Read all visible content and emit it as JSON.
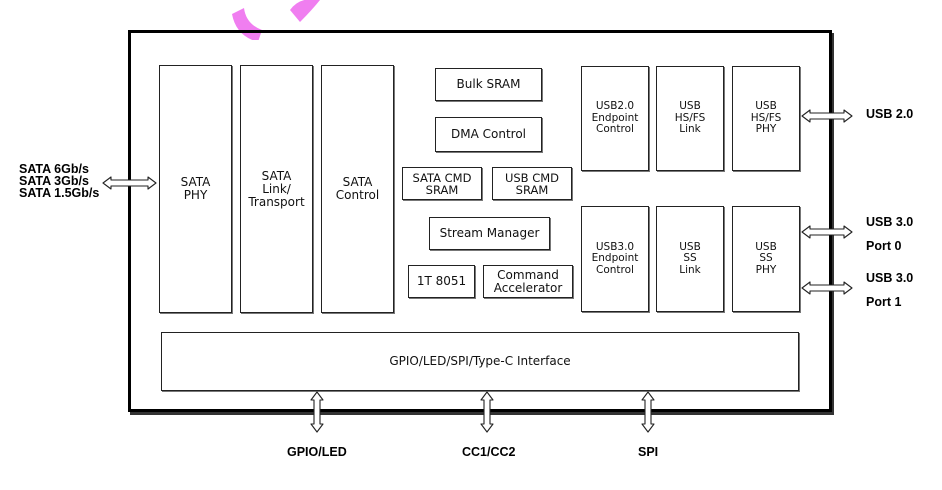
{
  "blocks": {
    "sata_phy": "SATA\nPHY",
    "sata_link": "SATA\nLink/\nTransport",
    "sata_control": "SATA\nControl",
    "bulk_sram": "Bulk SRAM",
    "dma_control": "DMA Control",
    "sata_cmd_sram": "SATA CMD\nSRAM",
    "usb_cmd_sram": "USB CMD\nSRAM",
    "stream_manager": "Stream Manager",
    "cpu_8051": "1T 8051",
    "command_accelerator": "Command\nAccelerator",
    "usb2_endpoint": "USB2.0\nEndpoint\nControl",
    "usb_hsfs_link": "USB\nHS/FS\nLink",
    "usb_hsfs_phy": "USB\nHS/FS\nPHY",
    "usb3_endpoint": "USB3.0\nEndpoint\nControl",
    "usb_ss_link": "USB\nSS\nLink",
    "usb_ss_phy": "USB\nSS\nPHY",
    "gpio_interface": "GPIO/LED/SPI/Type-C Interface"
  },
  "external": {
    "sata_speeds": "SATA 6Gb/s\nSATA 3Gb/s\nSATA 1.5Gb/s",
    "usb20": "USB 2.0",
    "usb30_port0": "USB 3.0\n\nPort 0",
    "usb30_port1": "USB 3.0\n\nPort 1",
    "gpio_led": "GPIO/LED",
    "cc": "CC1/CC2",
    "spi": "SPI"
  },
  "colors": {
    "line": "#222222",
    "watermark": "#f07ef0"
  }
}
